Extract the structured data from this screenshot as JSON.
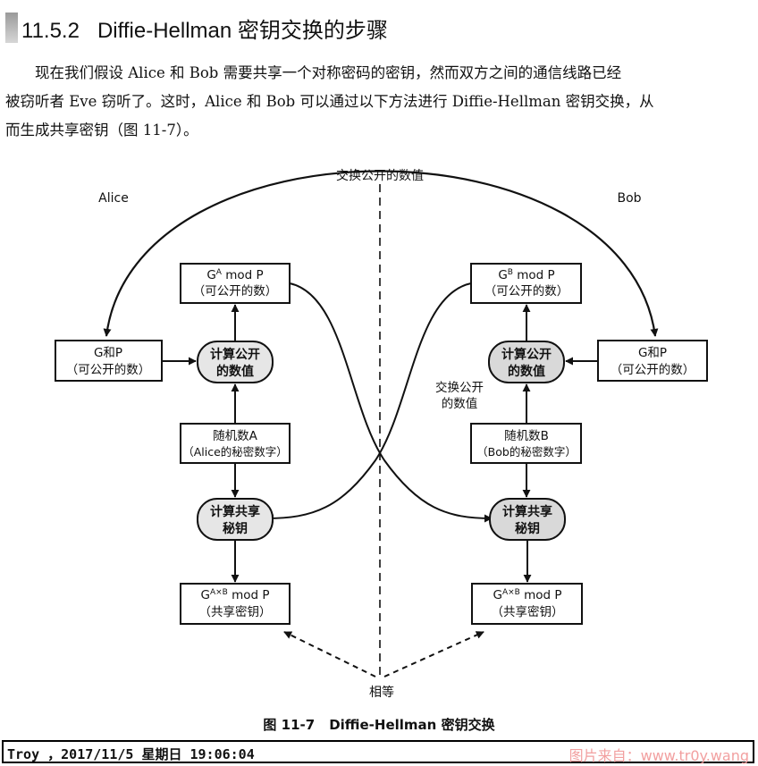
{
  "section": {
    "number": "11.5.2",
    "title": "Diffie-Hellman 密钥交换的步骤"
  },
  "paragraph": {
    "line1": "现在我们假设 Alice 和 Bob 需要共享一个对称密码的密钥，然而双方之间的通信线路已经",
    "line2": "被窃听者 Eve 窃听了。这时，Alice 和 Bob 可以通过以下方法进行 Diffie-Hellman 密钥交换，从",
    "line3": "而生成共享密钥（图 11-7）。"
  },
  "figure": {
    "top_label": "交换公开的数值",
    "alice_label": "Alice",
    "bob_label": "Bob",
    "middle_label_1": "交换公开",
    "middle_label_2": "的数值",
    "bottom_label": "相等",
    "alice": {
      "pub_line1": "G",
      "pub_sup": "A",
      "pub_line1_rest": " mod P",
      "pub_line2": "（可公开的数）",
      "gp_line1": "G和P",
      "gp_line2": "（可公开的数）",
      "calc_line1": "计算公开",
      "calc_line2": "的数值",
      "rand_line1": "随机数A",
      "rand_line2": "（Alice的秘密数字）",
      "share_line1": "计算共享",
      "share_line2": "秘钥",
      "key_line1": "G",
      "key_sup": "A×B",
      "key_line1_rest": " mod P",
      "key_line2": "（共享密钥）"
    },
    "bob": {
      "pub_line1": "G",
      "pub_sup": "B",
      "pub_line1_rest": " mod P",
      "pub_line2": "（可公开的数）",
      "gp_line1": "G和P",
      "gp_line2": "（可公开的数）",
      "calc_line1": "计算公开",
      "calc_line2": "的数值",
      "rand_line1": "随机数B",
      "rand_line2": "（Bob的秘密数字）",
      "share_line1": "计算共享",
      "share_line2": "秘钥",
      "key_line1": "G",
      "key_sup": "A×B",
      "key_line1_rest": " mod P",
      "key_line2": "（共享密钥）"
    },
    "colors": {
      "pill_fill": "#d9d9d9",
      "stroke": "#111111"
    }
  },
  "caption": {
    "number": "图 11-7",
    "title": "Diffie-Hellman 密钥交换"
  },
  "footer": {
    "stamp": "Troy ，2017/11/5 星期日 19:06:04",
    "watermark": "图片来自：www.tr0y.wang"
  }
}
